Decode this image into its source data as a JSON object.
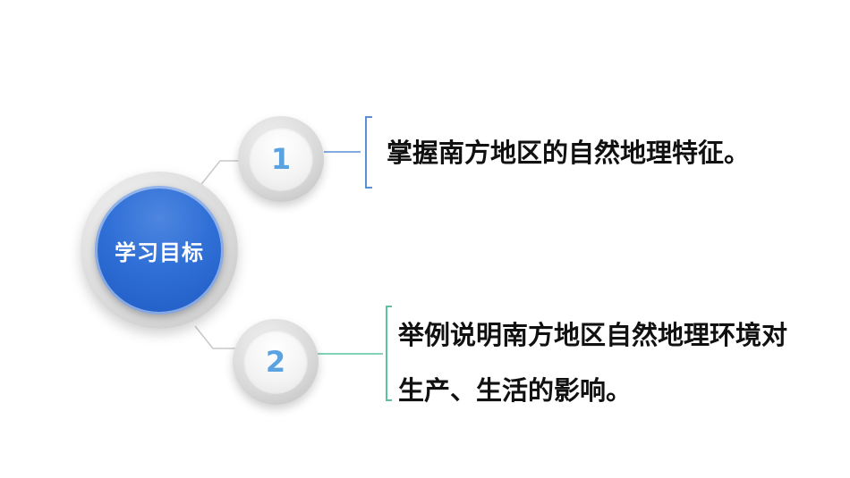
{
  "main_title": "学习目标",
  "goals": [
    {
      "number": "1",
      "text": "掌握南方地区的自然地理特征。",
      "line_color": "#5b8fd6"
    },
    {
      "number": "2",
      "text_lines": [
        "举例说明南方地区自然地理环境对",
        "生产、生活的影响。"
      ],
      "line_color": "#5cc3a0"
    }
  ],
  "colors": {
    "main_circle": "#2f6fd6",
    "number_text": "#5aa3e0",
    "connector_gray": "#c8c8c8"
  }
}
